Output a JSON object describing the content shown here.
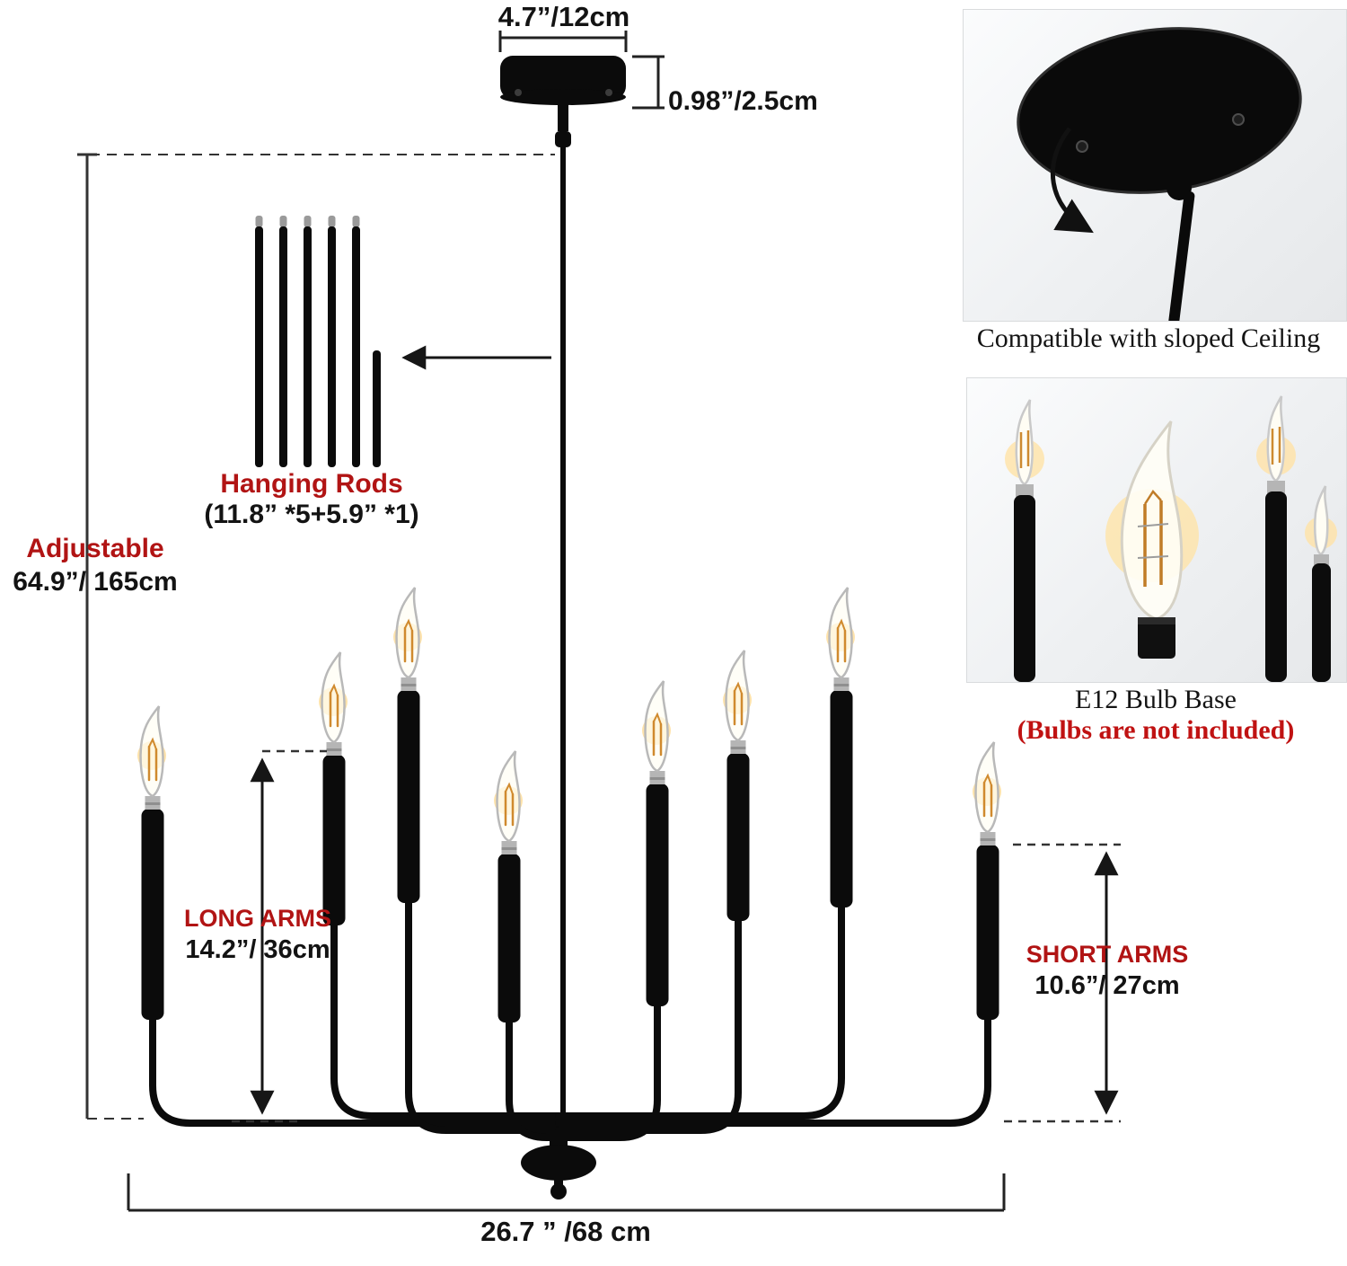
{
  "colors": {
    "accent_red": "#b11414",
    "caption_red": "#c01212",
    "fixture_black": "#0b0b0b",
    "text_black": "#131313"
  },
  "labels": {
    "canopy_width": "4.7”/12cm",
    "canopy_height": "0.98”/2.5cm",
    "adjustable_title": "Adjustable",
    "adjustable_value": "64.9”/ 165cm",
    "hanging_rods_title": "Hanging Rods",
    "hanging_rods_detail": "(11.8” *5+5.9” *1)",
    "long_arms_title": "LONG ARMS",
    "long_arms_value": "14.2”/ 36cm",
    "short_arms_title": "SHORT ARMS",
    "short_arms_value": "10.6”/ 27cm",
    "bottom_width": "26.7 ” /68 cm"
  },
  "insets": {
    "sloped_ceiling_caption": "Compatible with sloped Ceiling",
    "bulb_caption_line1": "E12 Bulb Base",
    "bulb_caption_line2": "(Bulbs are not included)"
  }
}
